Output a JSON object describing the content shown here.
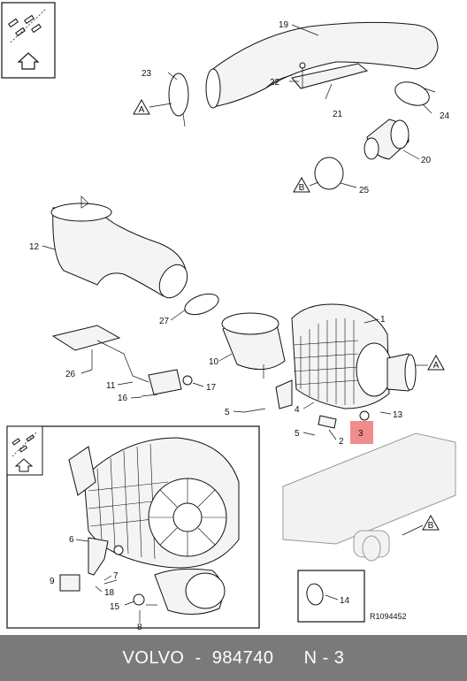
{
  "diagram": {
    "reference_number": "R1094452",
    "view_markers": {
      "a": "A",
      "b": "B"
    },
    "callouts": {
      "c1": "1",
      "c2": "2",
      "c3": "3",
      "c4": "4",
      "c5a": "5",
      "c5b": "5",
      "c6": "6",
      "c7": "7",
      "c8": "8",
      "c9": "9",
      "c10": "10",
      "c11": "11",
      "c12": "12",
      "c13": "13",
      "c14": "14",
      "c15": "15",
      "c16": "16",
      "c17": "17",
      "c18": "18",
      "c19": "19",
      "c20": "20",
      "c21": "21",
      "c22": "22",
      "c23": "23",
      "c24": "24",
      "c25": "25",
      "c26": "26",
      "c27": "27"
    },
    "highlight_color": "#f08080"
  },
  "footer": {
    "brand": "VOLVO",
    "separator": "-",
    "part_number": "984740",
    "page": "N - 3",
    "background": "#7a7a7a"
  }
}
